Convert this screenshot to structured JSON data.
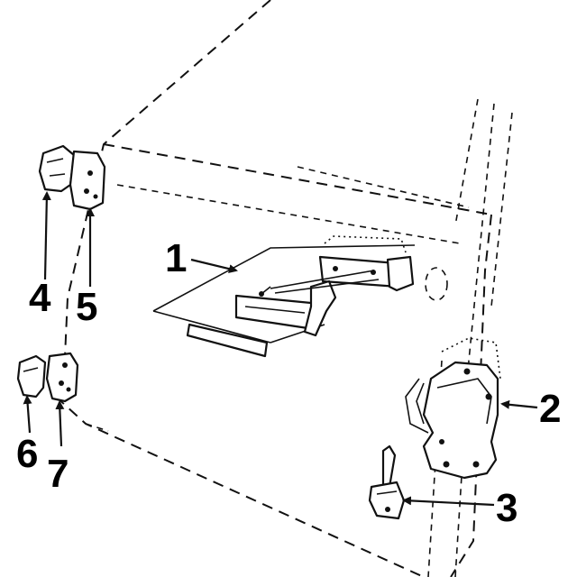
{
  "callouts": {
    "c1": "1",
    "c2": "2",
    "c3": "3",
    "c4": "4",
    "c5": "5",
    "c6": "6",
    "c7": "7"
  },
  "colors": {
    "ink": "#111111",
    "background": "#ffffff"
  }
}
